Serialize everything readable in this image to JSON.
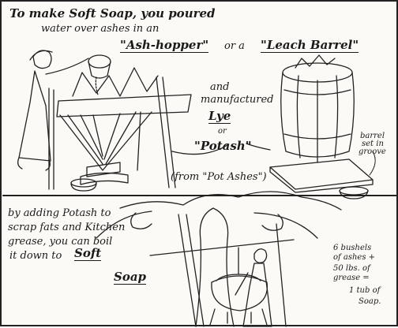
{
  "top": {
    "line1": "To make Soft Soap, you poured",
    "line2": "water over ashes in an",
    "ash_hopper": "\"Ash-hopper\"",
    "or_a": "or a",
    "leach_barrel": "\"Leach Barrel\"",
    "and": "and",
    "manufactured": "manufactured",
    "lye": "Lye",
    "or": "or",
    "potash": "\"Potash\"",
    "from_pot_ashes": "(from \"Pot Ashes\")",
    "barrel_note_1": "barrel",
    "barrel_note_2": "set in",
    "barrel_note_3": "groove"
  },
  "bottom": {
    "line1": "by adding Potash to",
    "line2": "scrap fats and Kitchen",
    "line3": "grease, you can boil",
    "line4": "it down to",
    "soft": "Soft",
    "soap": "Soap",
    "recipe1": "6 bushels",
    "recipe2": "of ashes +",
    "recipe3": "50 lbs. of",
    "recipe4": "grease =",
    "recipe5": "1 tub of",
    "recipe6": "Soap."
  }
}
